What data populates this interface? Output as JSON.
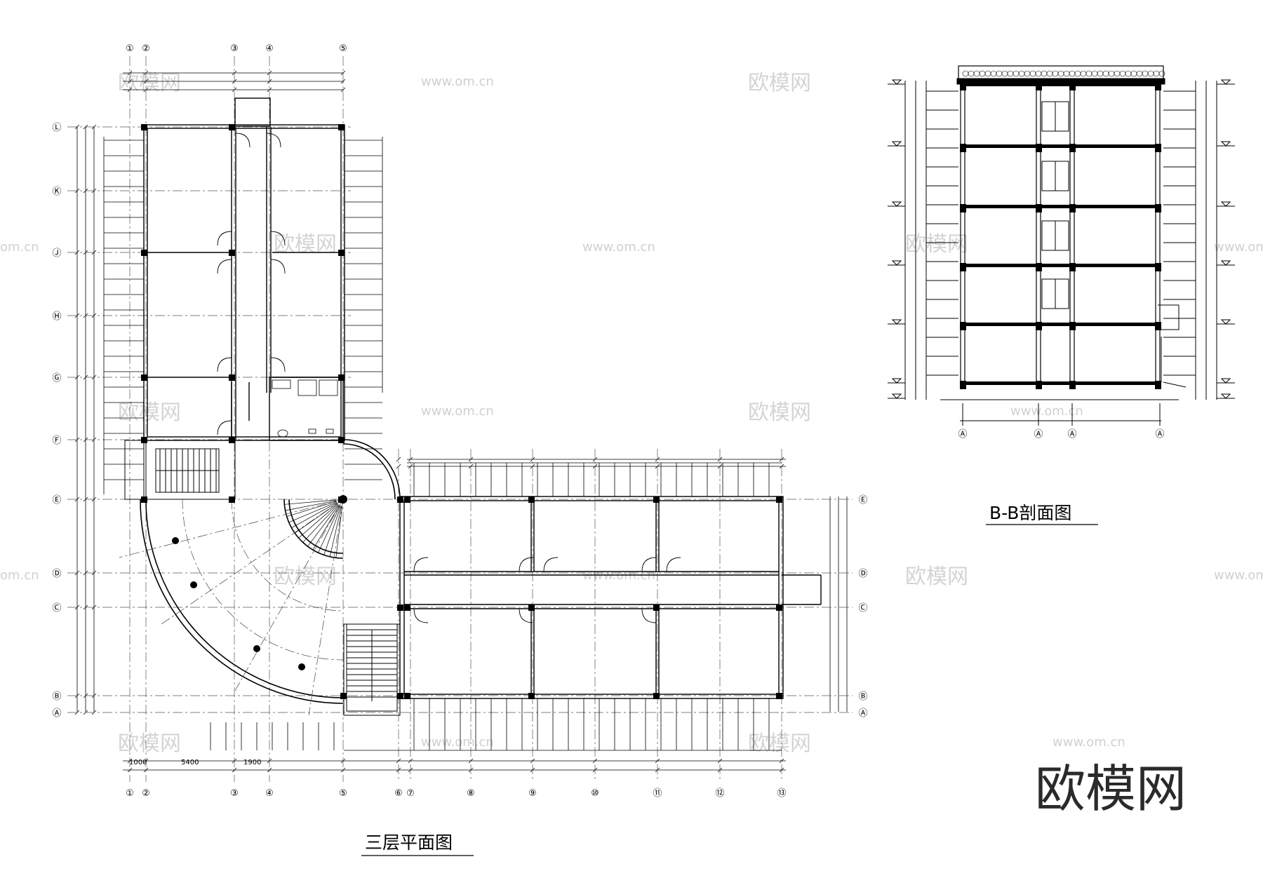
{
  "plan": {
    "title": "三层平面图",
    "col_axes": [
      "①",
      "②",
      "③",
      "④",
      "⑤",
      "⑥",
      "⑦",
      "⑧",
      "⑨",
      "⑩",
      "⑪",
      "⑫",
      "⑬"
    ],
    "row_axes_left": [
      "Ⓛ",
      "Ⓚ",
      "Ⓙ",
      "Ⓗ",
      "Ⓖ",
      "Ⓕ",
      "Ⓔ",
      "Ⓓ",
      "Ⓒ",
      "Ⓑ",
      "Ⓐ"
    ],
    "row_axes_right": [
      "Ⓔ",
      "Ⓓ",
      "Ⓒ",
      "Ⓑ",
      "Ⓐ"
    ],
    "dimensions": [
      "1000",
      "5400",
      "1900"
    ]
  },
  "section": {
    "title": "B-B剖面图",
    "axes": [
      "Ⓐ",
      "Ⓐ",
      "Ⓐ",
      "Ⓐ"
    ]
  },
  "watermarks": {
    "brand": "欧模网",
    "url": "www.om.cn",
    "url_fragment": "om.cn"
  }
}
